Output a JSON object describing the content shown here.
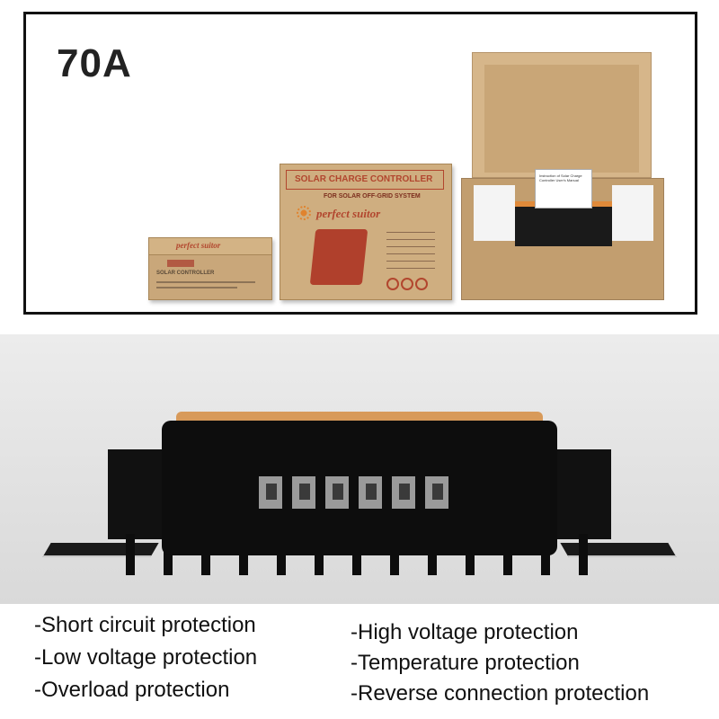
{
  "header": {
    "rating": "70A"
  },
  "packaging": {
    "small_box_brand": "perfect suitor",
    "small_box_label": "SOLAR CONTROLLER",
    "mid_box_title": "SOLAR CHARGE CONTROLLER",
    "mid_box_subtitle": "FOR SOLAR OFF-GRID SYSTEM",
    "mid_box_brand": "perfect suitor",
    "open_box_manual": "Instruction of Solar Charge Controller User's Manual"
  },
  "features": {
    "left": [
      "-Short circuit protection",
      "-Low voltage protection",
      "-Overload protection"
    ],
    "right": [
      "-High voltage protection",
      "-Temperature protection",
      "-Reverse connection protection"
    ]
  },
  "colors": {
    "frame": "#111111",
    "cardboard": "#c9a77a",
    "print": "#b2462e",
    "device": "#0d0d0d",
    "accent": "#e8a24a"
  }
}
